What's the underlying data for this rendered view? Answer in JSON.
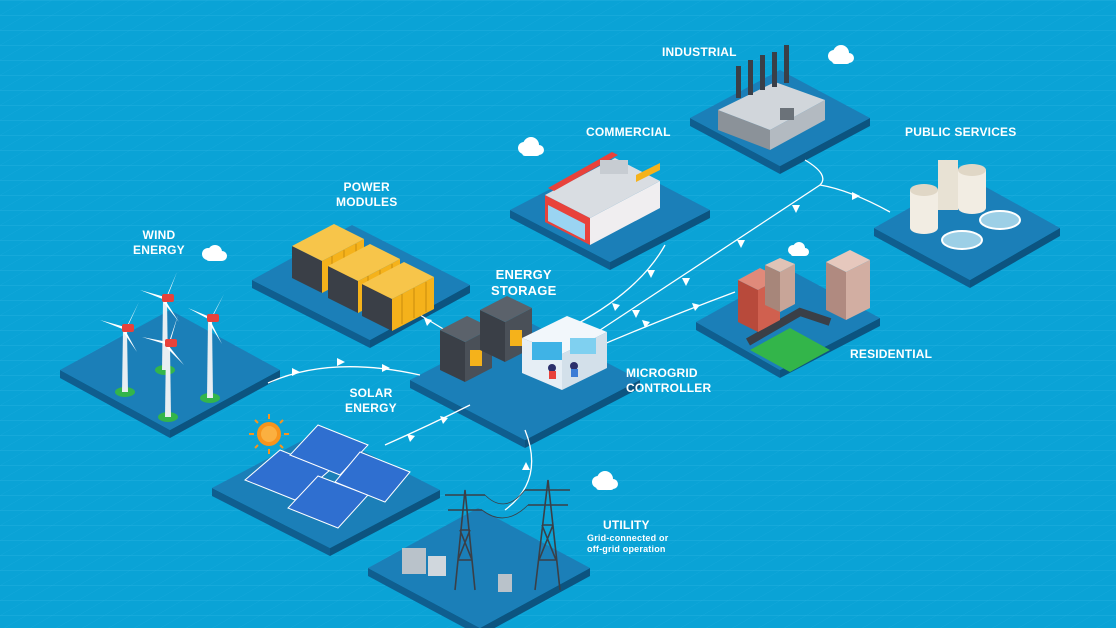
{
  "nodes": {
    "industrial": {
      "label": "INDUSTRIAL"
    },
    "commercial": {
      "label": "COMMERCIAL"
    },
    "public_services": {
      "label": "PUBLIC SERVICES"
    },
    "power_modules": {
      "line1": "POWER",
      "line2": "MODULES"
    },
    "wind_energy": {
      "line1": "WIND",
      "line2": "ENERGY"
    },
    "energy_storage": {
      "line1": "ENERGY",
      "line2": "STORAGE"
    },
    "residential": {
      "label": "RESIDENTIAL"
    },
    "microgrid_controller": {
      "line1": "MICROGRID",
      "line2": "CONTROLLER"
    },
    "solar_energy": {
      "line1": "SOLAR",
      "line2": "ENERGY"
    },
    "utility": {
      "label": "UTILITY",
      "desc1": "Grid-connected or",
      "desc2": "off-grid operation"
    }
  },
  "colors": {
    "background": "#0aa3d6",
    "platform_top": "#1b7fb8",
    "platform_side": "#0f5e8f",
    "flow_line": "#ffffff",
    "module_yellow": "#f5b21b",
    "module_dark": "#3a3f47",
    "commercial_red": "#e8423b",
    "sun": "#f7941d",
    "solar_panel": "#2f6fd0",
    "grass": "#33b54a"
  },
  "icons": [
    "cloud-icon",
    "wind-turbine-icon",
    "solar-panel-icon",
    "sun-icon",
    "battery-container-icon",
    "factory-icon",
    "transmission-tower-icon",
    "building-icon",
    "water-tank-icon",
    "control-room-icon"
  ]
}
